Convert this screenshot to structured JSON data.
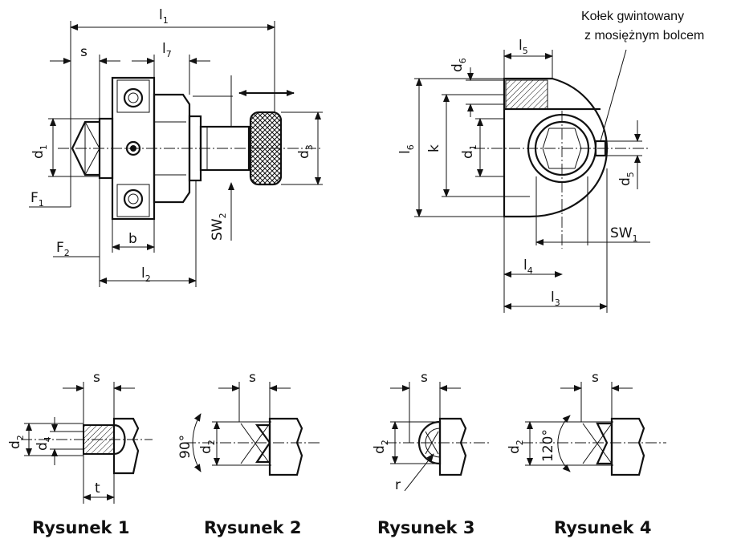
{
  "note": {
    "line1": "Kołek gwintowany",
    "line2": "z mosiężnym bolcem"
  },
  "dims": {
    "l1": "l",
    "l1_sub": "1",
    "s": "s",
    "l7": "l",
    "l7_sub": "7",
    "d1": "d",
    "d1_sub": "1",
    "d3": "d",
    "d3_sub": "3",
    "F1": "F",
    "F1_sub": "1",
    "F2": "F",
    "F2_sub": "2",
    "SW2": "SW",
    "SW2_sub": "2",
    "b": "b",
    "l2": "l",
    "l2_sub": "2",
    "l5": "l",
    "l5_sub": "5",
    "d6": "d",
    "d6_sub": "6",
    "l6": "l",
    "l6_sub": "6",
    "k": "k",
    "d1r": "d",
    "d1r_sub": "1",
    "d5": "d",
    "d5_sub": "5",
    "SW1": "SW",
    "SW1_sub": "1",
    "l4": "l",
    "l4_sub": "4",
    "l3": "l",
    "l3_sub": "3",
    "d2": "d",
    "d2_sub": "2",
    "d4": "d",
    "d4_sub": "4",
    "t": "t",
    "r": "r",
    "angle90": "90°",
    "angle120": "120°"
  },
  "captions": [
    "Rysunek 1",
    "Rysunek 2",
    "Rysunek 3",
    "Rysunek 4"
  ]
}
